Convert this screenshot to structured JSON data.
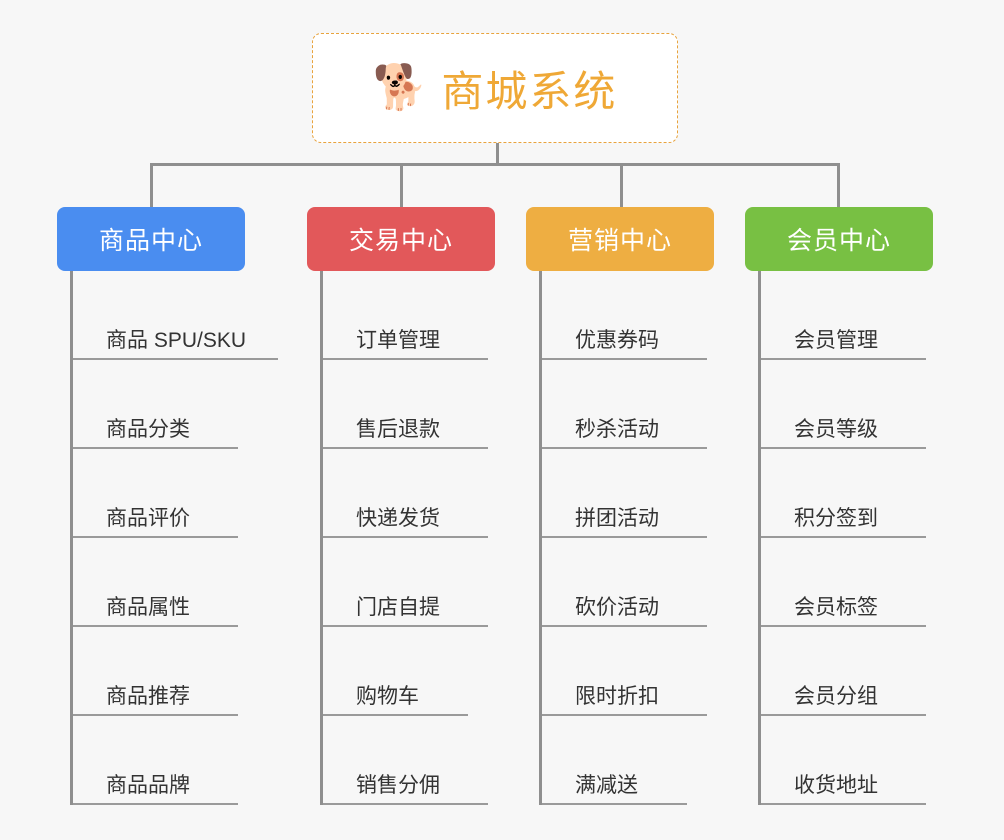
{
  "diagram": {
    "title": "商城系统",
    "type": "organization-tree",
    "background_color": "#f7f7f7",
    "connector_color": "#8f8f8f"
  },
  "root": {
    "label": "商城系统",
    "icon": "shiba-dog-face-emoji",
    "emoji": "🐕",
    "text_color": "#efa836",
    "border_color": "#e8a33d",
    "background_color": "#ffffff"
  },
  "categories": [
    {
      "label": "商品中心",
      "color": "#4a8df0",
      "items": [
        {
          "label": "商品 SPU/SKU",
          "rule": "xl"
        },
        {
          "label": "商品分类",
          "rule": "lg"
        },
        {
          "label": "商品评价",
          "rule": "lg"
        },
        {
          "label": "商品属性",
          "rule": "lg"
        },
        {
          "label": "商品推荐",
          "rule": "lg"
        },
        {
          "label": "商品品牌",
          "rule": "lg"
        }
      ]
    },
    {
      "label": "交易中心",
      "color": "#e2585a",
      "items": [
        {
          "label": "订单管理",
          "rule": "lg"
        },
        {
          "label": "售后退款",
          "rule": "lg"
        },
        {
          "label": "快递发货",
          "rule": "lg"
        },
        {
          "label": "门店自提",
          "rule": "lg"
        },
        {
          "label": "购物车",
          "rule": "md"
        },
        {
          "label": "销售分佣",
          "rule": "lg"
        }
      ]
    },
    {
      "label": "营销中心",
      "color": "#eeae42",
      "items": [
        {
          "label": "优惠券码",
          "rule": "lg"
        },
        {
          "label": "秒杀活动",
          "rule": "lg"
        },
        {
          "label": "拼团活动",
          "rule": "lg"
        },
        {
          "label": "砍价活动",
          "rule": "lg"
        },
        {
          "label": "限时折扣",
          "rule": "lg"
        },
        {
          "label": "满减送",
          "rule": "md"
        }
      ]
    },
    {
      "label": "会员中心",
      "color": "#78c043",
      "items": [
        {
          "label": "会员管理",
          "rule": "lg"
        },
        {
          "label": "会员等级",
          "rule": "lg"
        },
        {
          "label": "积分签到",
          "rule": "lg"
        },
        {
          "label": "会员标签",
          "rule": "lg"
        },
        {
          "label": "会员分组",
          "rule": "lg"
        },
        {
          "label": "收货地址",
          "rule": "lg"
        }
      ]
    }
  ]
}
